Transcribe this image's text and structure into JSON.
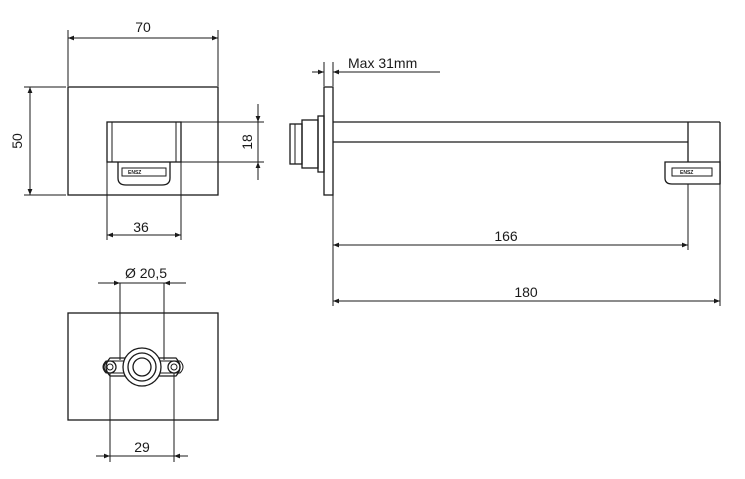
{
  "dimensions": {
    "front_width": "70",
    "front_height": "50",
    "spout_height": "18",
    "spout_width": "36",
    "outlet_diameter": "Ø 20,5",
    "screw_spacing": "29",
    "max_wall": "Max 31mm",
    "spout_projection": "166",
    "total_length": "180"
  },
  "aerator_marking": "ENSZ"
}
